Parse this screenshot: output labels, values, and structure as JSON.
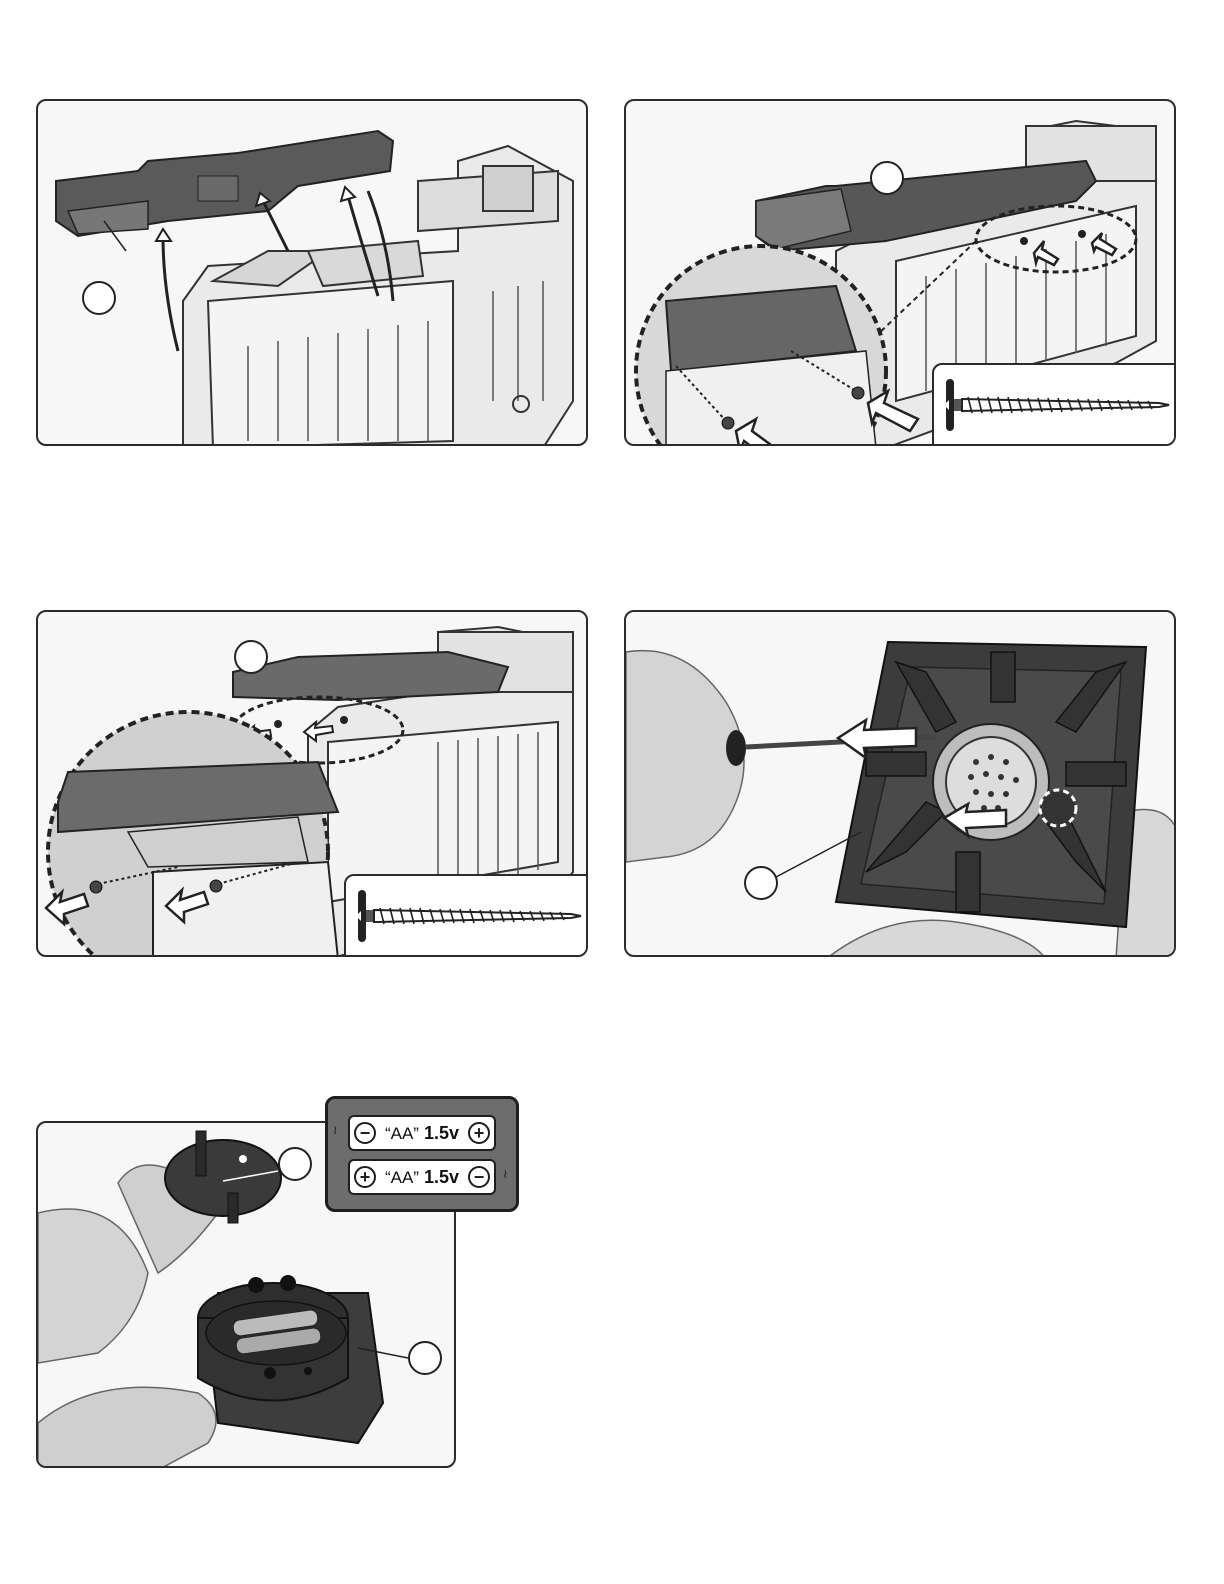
{
  "figures": [
    {
      "id": "fig-1",
      "description_icons": [
        "roof-lid",
        "latch-arrows",
        "callout"
      ]
    },
    {
      "id": "fig-2",
      "description_icons": [
        "lid-closed",
        "screws",
        "detail-magnifier",
        "screw-length"
      ]
    },
    {
      "id": "fig-3",
      "description_icons": [
        "lid-closed",
        "screws",
        "detail-magnifier",
        "screw-length"
      ]
    },
    {
      "id": "fig-4",
      "description_icons": [
        "speaker-underside",
        "screwdriver",
        "arrows",
        "callout"
      ]
    },
    {
      "id": "fig-5",
      "description_icons": [
        "battery-cover",
        "battery-compartment",
        "callouts"
      ]
    }
  ],
  "battery_diagram": {
    "cells": [
      {
        "left_polarity": "−",
        "type": "“AA”",
        "voltage": "1.5v",
        "right_polarity": "+"
      },
      {
        "left_polarity": "+",
        "type": "“AA”",
        "voltage": "1.5v",
        "right_polarity": "−"
      }
    ]
  },
  "colors": {
    "outline": "#2b2b2b",
    "part_dark": "#555555",
    "part_light": "#eeeeee",
    "background": "#f7f7f7"
  }
}
